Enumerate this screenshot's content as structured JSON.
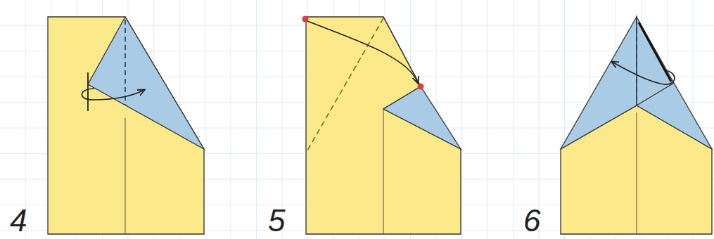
{
  "diagram": {
    "labels": [
      "4",
      "5",
      "6"
    ]
  }
}
